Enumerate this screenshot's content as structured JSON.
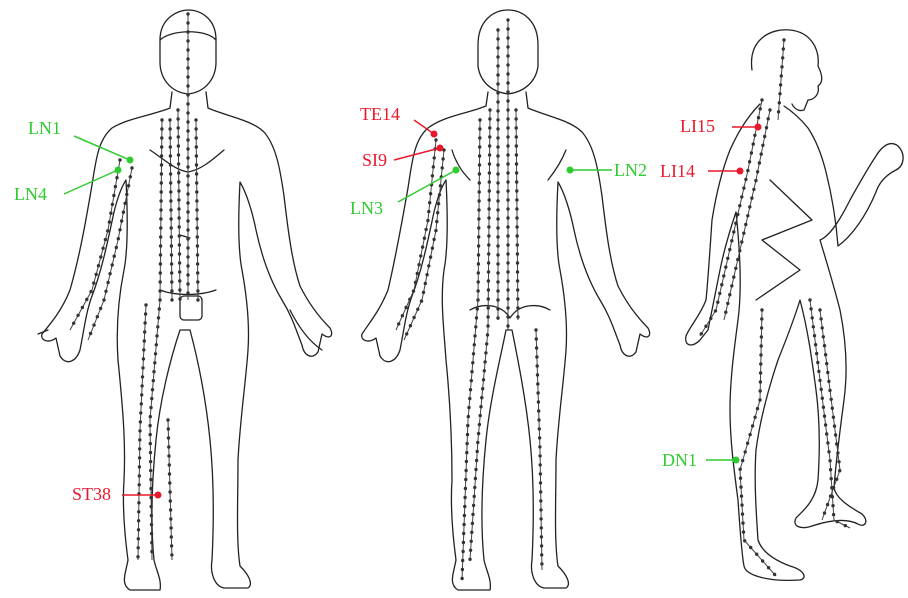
{
  "figure": {
    "alt_colors": {
      "red": "#e8192c",
      "green": "#2ecc2e",
      "ink": "#222222"
    }
  },
  "acupoints": [
    {
      "id": "ln1",
      "label": "LN1",
      "color": "green"
    },
    {
      "id": "ln4",
      "label": "LN4",
      "color": "green"
    },
    {
      "id": "st38",
      "label": "ST38",
      "color": "red"
    },
    {
      "id": "te14",
      "label": "TE14",
      "color": "red"
    },
    {
      "id": "si9",
      "label": "SI9",
      "color": "red"
    },
    {
      "id": "ln3",
      "label": "LN3",
      "color": "green"
    },
    {
      "id": "ln2",
      "label": "LN2",
      "color": "green"
    },
    {
      "id": "li15",
      "label": "LI15",
      "color": "red"
    },
    {
      "id": "li14",
      "label": "LI14",
      "color": "red"
    },
    {
      "id": "dn1",
      "label": "DN1",
      "color": "green"
    }
  ]
}
